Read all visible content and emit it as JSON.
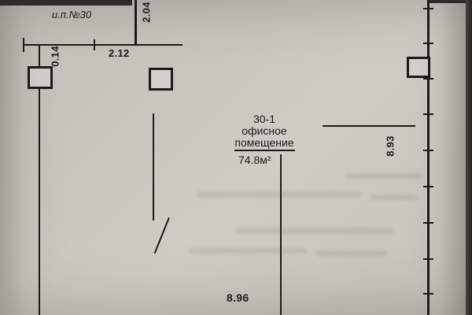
{
  "drawing": {
    "unit_label": "и.п.№30",
    "room": {
      "number": "30-1",
      "name_line1": "офисное",
      "name_line2": "помещение",
      "area": "74.8м²"
    },
    "dims": {
      "top_vertical": "2.04",
      "top_opening": "2.12",
      "wall_thickness": "0.14",
      "right_height": "8.93",
      "bottom_width": "8.96"
    },
    "colors": {
      "paper": "#c9c6bf",
      "ink": "#1c1b19"
    }
  }
}
